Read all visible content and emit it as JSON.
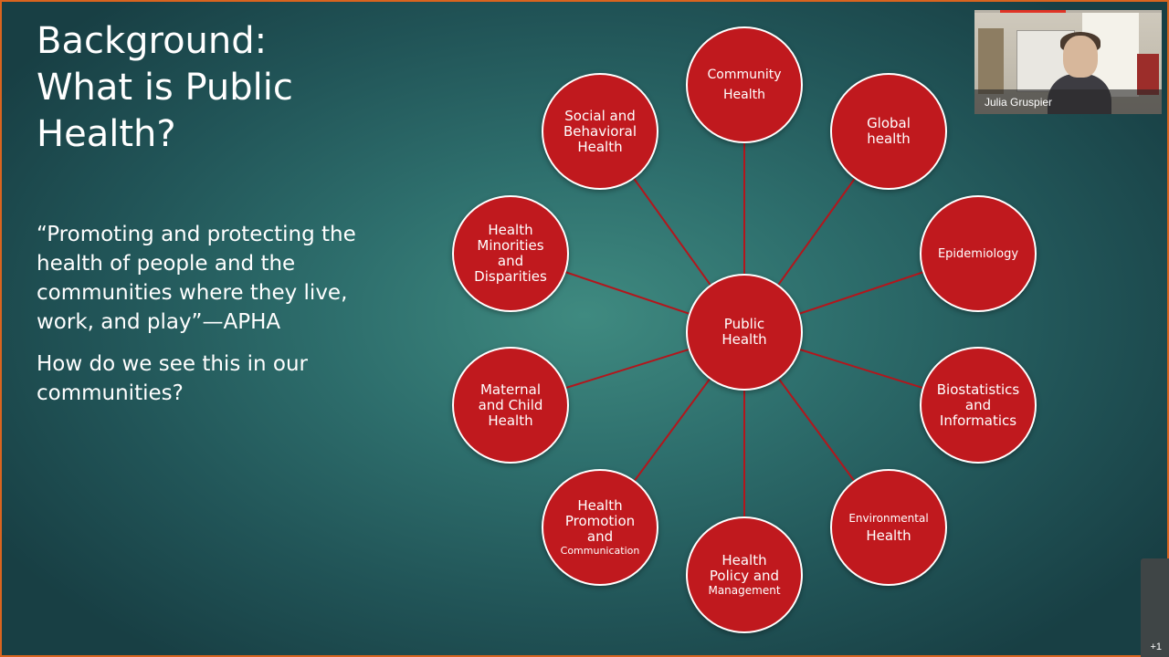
{
  "slide": {
    "title_lines": [
      "Background:",
      "What is Public",
      "Health?"
    ],
    "quote": "“Promoting and protecting the health of people and the communities where they live, work, and play”—APHA",
    "question": "How do we see this in our communities?"
  },
  "diagram": {
    "center": [
      "Public",
      "Health"
    ],
    "nodes": [
      {
        "id": "community-health",
        "lines": [
          "Community",
          "Health"
        ],
        "small": ""
      },
      {
        "id": "global-health",
        "lines": [
          "Global",
          "health"
        ],
        "small": ""
      },
      {
        "id": "epidemiology",
        "lines": [],
        "small": "Epidemiology"
      },
      {
        "id": "biostatistics-and-informatics",
        "lines": [
          "Biostatistics",
          "and",
          "Informatics"
        ],
        "small": ""
      },
      {
        "id": "environmental-health",
        "lines": [
          "Health"
        ],
        "smallTop": "Environmental"
      },
      {
        "id": "health-policy-and-management",
        "lines": [
          "Health",
          "Policy and"
        ],
        "small": "Management"
      },
      {
        "id": "health-promotion-and-communication",
        "lines": [
          "Health",
          "Promotion",
          "and"
        ],
        "small": "Communication"
      },
      {
        "id": "maternal-and-child-health",
        "lines": [
          "Maternal",
          "and Child",
          "Health"
        ],
        "small": ""
      },
      {
        "id": "health-minorities-and-disparities",
        "lines": [
          "Health",
          "Minorities",
          "and",
          "Disparities"
        ],
        "small": ""
      },
      {
        "id": "social-and-behavioral-health",
        "lines": [
          "Social and",
          "Behavioral",
          "Health"
        ],
        "small": ""
      }
    ],
    "colors": {
      "circle": "#c0191e",
      "connector": "#b3161c",
      "background": "#2e6f6d",
      "frame": "#d9641f"
    }
  },
  "video": {
    "participant_name": "Julia Gruspier"
  },
  "participants_overflow": "+1"
}
